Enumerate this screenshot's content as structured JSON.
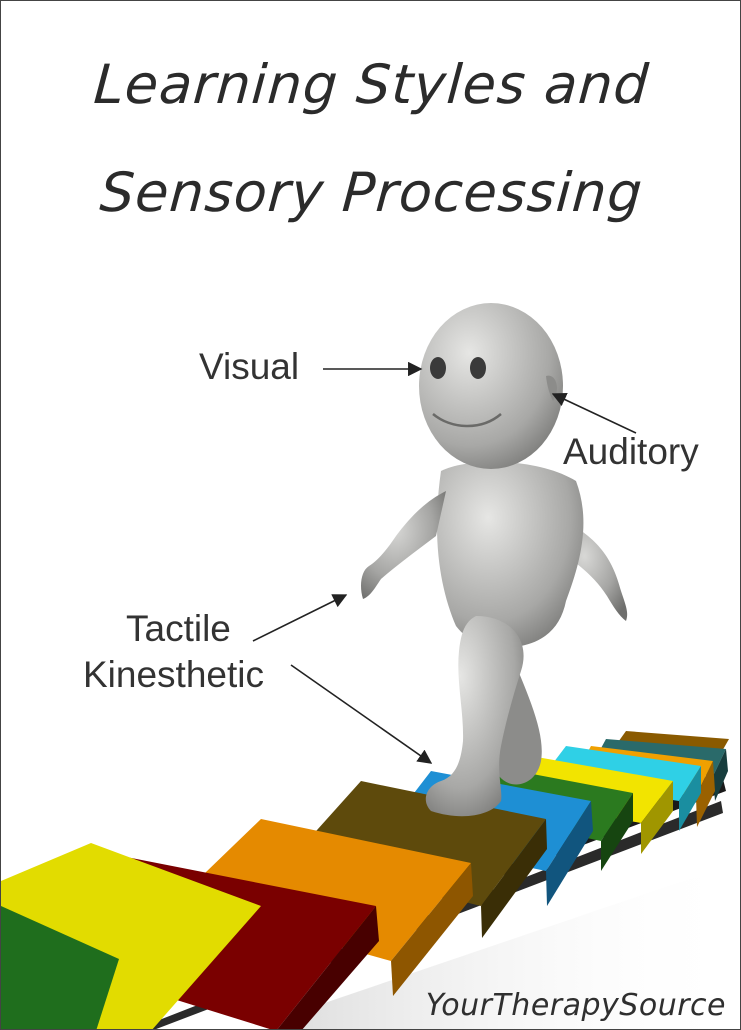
{
  "title": {
    "line1": "Learning Styles and",
    "line2": "Sensory Processing"
  },
  "labels": {
    "visual": "Visual",
    "auditory": "Auditory",
    "tactile": "Tactile",
    "kinesthetic": "Kinesthetic"
  },
  "brand": "YourTherapySource",
  "colors": {
    "figure": "#9a9a98",
    "text": "#333333",
    "blocks": [
      "#e2dc00",
      "#1f6e1d",
      "#7a0000",
      "#e58a00",
      "#5e4a0c",
      "#1e8fd4",
      "#2b7a1f",
      "#f2e400",
      "#2fd0e6",
      "#f0a000",
      "#2a6a6a",
      "#8a5a00"
    ]
  }
}
